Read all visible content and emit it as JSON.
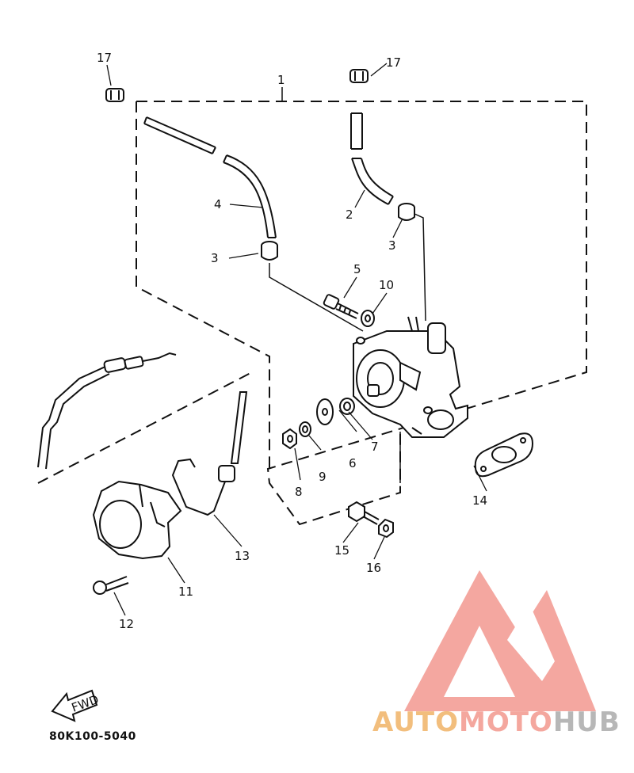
{
  "diagram": {
    "callouts": [
      {
        "id": "c1",
        "text": "1"
      },
      {
        "id": "c2",
        "text": "2"
      },
      {
        "id": "c3a",
        "text": "3"
      },
      {
        "id": "c3b",
        "text": "3"
      },
      {
        "id": "c4",
        "text": "4"
      },
      {
        "id": "c5",
        "text": "5"
      },
      {
        "id": "c6",
        "text": "6"
      },
      {
        "id": "c7",
        "text": "7"
      },
      {
        "id": "c8",
        "text": "8"
      },
      {
        "id": "c9",
        "text": "9"
      },
      {
        "id": "c10",
        "text": "10"
      },
      {
        "id": "c11",
        "text": "11"
      },
      {
        "id": "c12",
        "text": "12"
      },
      {
        "id": "c13",
        "text": "13"
      },
      {
        "id": "c14",
        "text": "14"
      },
      {
        "id": "c15",
        "text": "15"
      },
      {
        "id": "c16",
        "text": "16"
      },
      {
        "id": "c17a",
        "text": "17"
      },
      {
        "id": "c17b",
        "text": "17"
      }
    ],
    "fwd_arrow_text": "FWD",
    "part_code": "80K100-5040"
  },
  "watermark": {
    "part1": "AUTO",
    "part2": "MOTO",
    "part3": "HUB",
    "colors": {
      "auto": "#f2be7d",
      "moto": "#f4a79e",
      "hub": "#b7b7b7",
      "logo": "#f4a7a0"
    }
  }
}
